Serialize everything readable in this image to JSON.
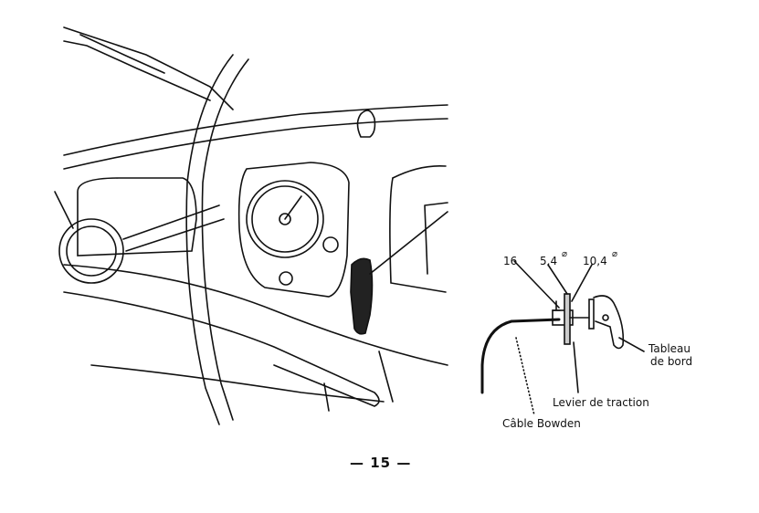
{
  "figure": {
    "callouts": {
      "item_number": "16",
      "diameter_small": "5,4",
      "diameter_large": "10,4",
      "diameter_symbol": "⌀"
    },
    "labels": {
      "dashboard": "Tableau\nde bord",
      "dashboard_line1": "Tableau",
      "dashboard_line2": "de bord",
      "pull_lever": "Levier de traction",
      "cable": "Câble Bowden"
    }
  },
  "page_number": "— 15 —"
}
